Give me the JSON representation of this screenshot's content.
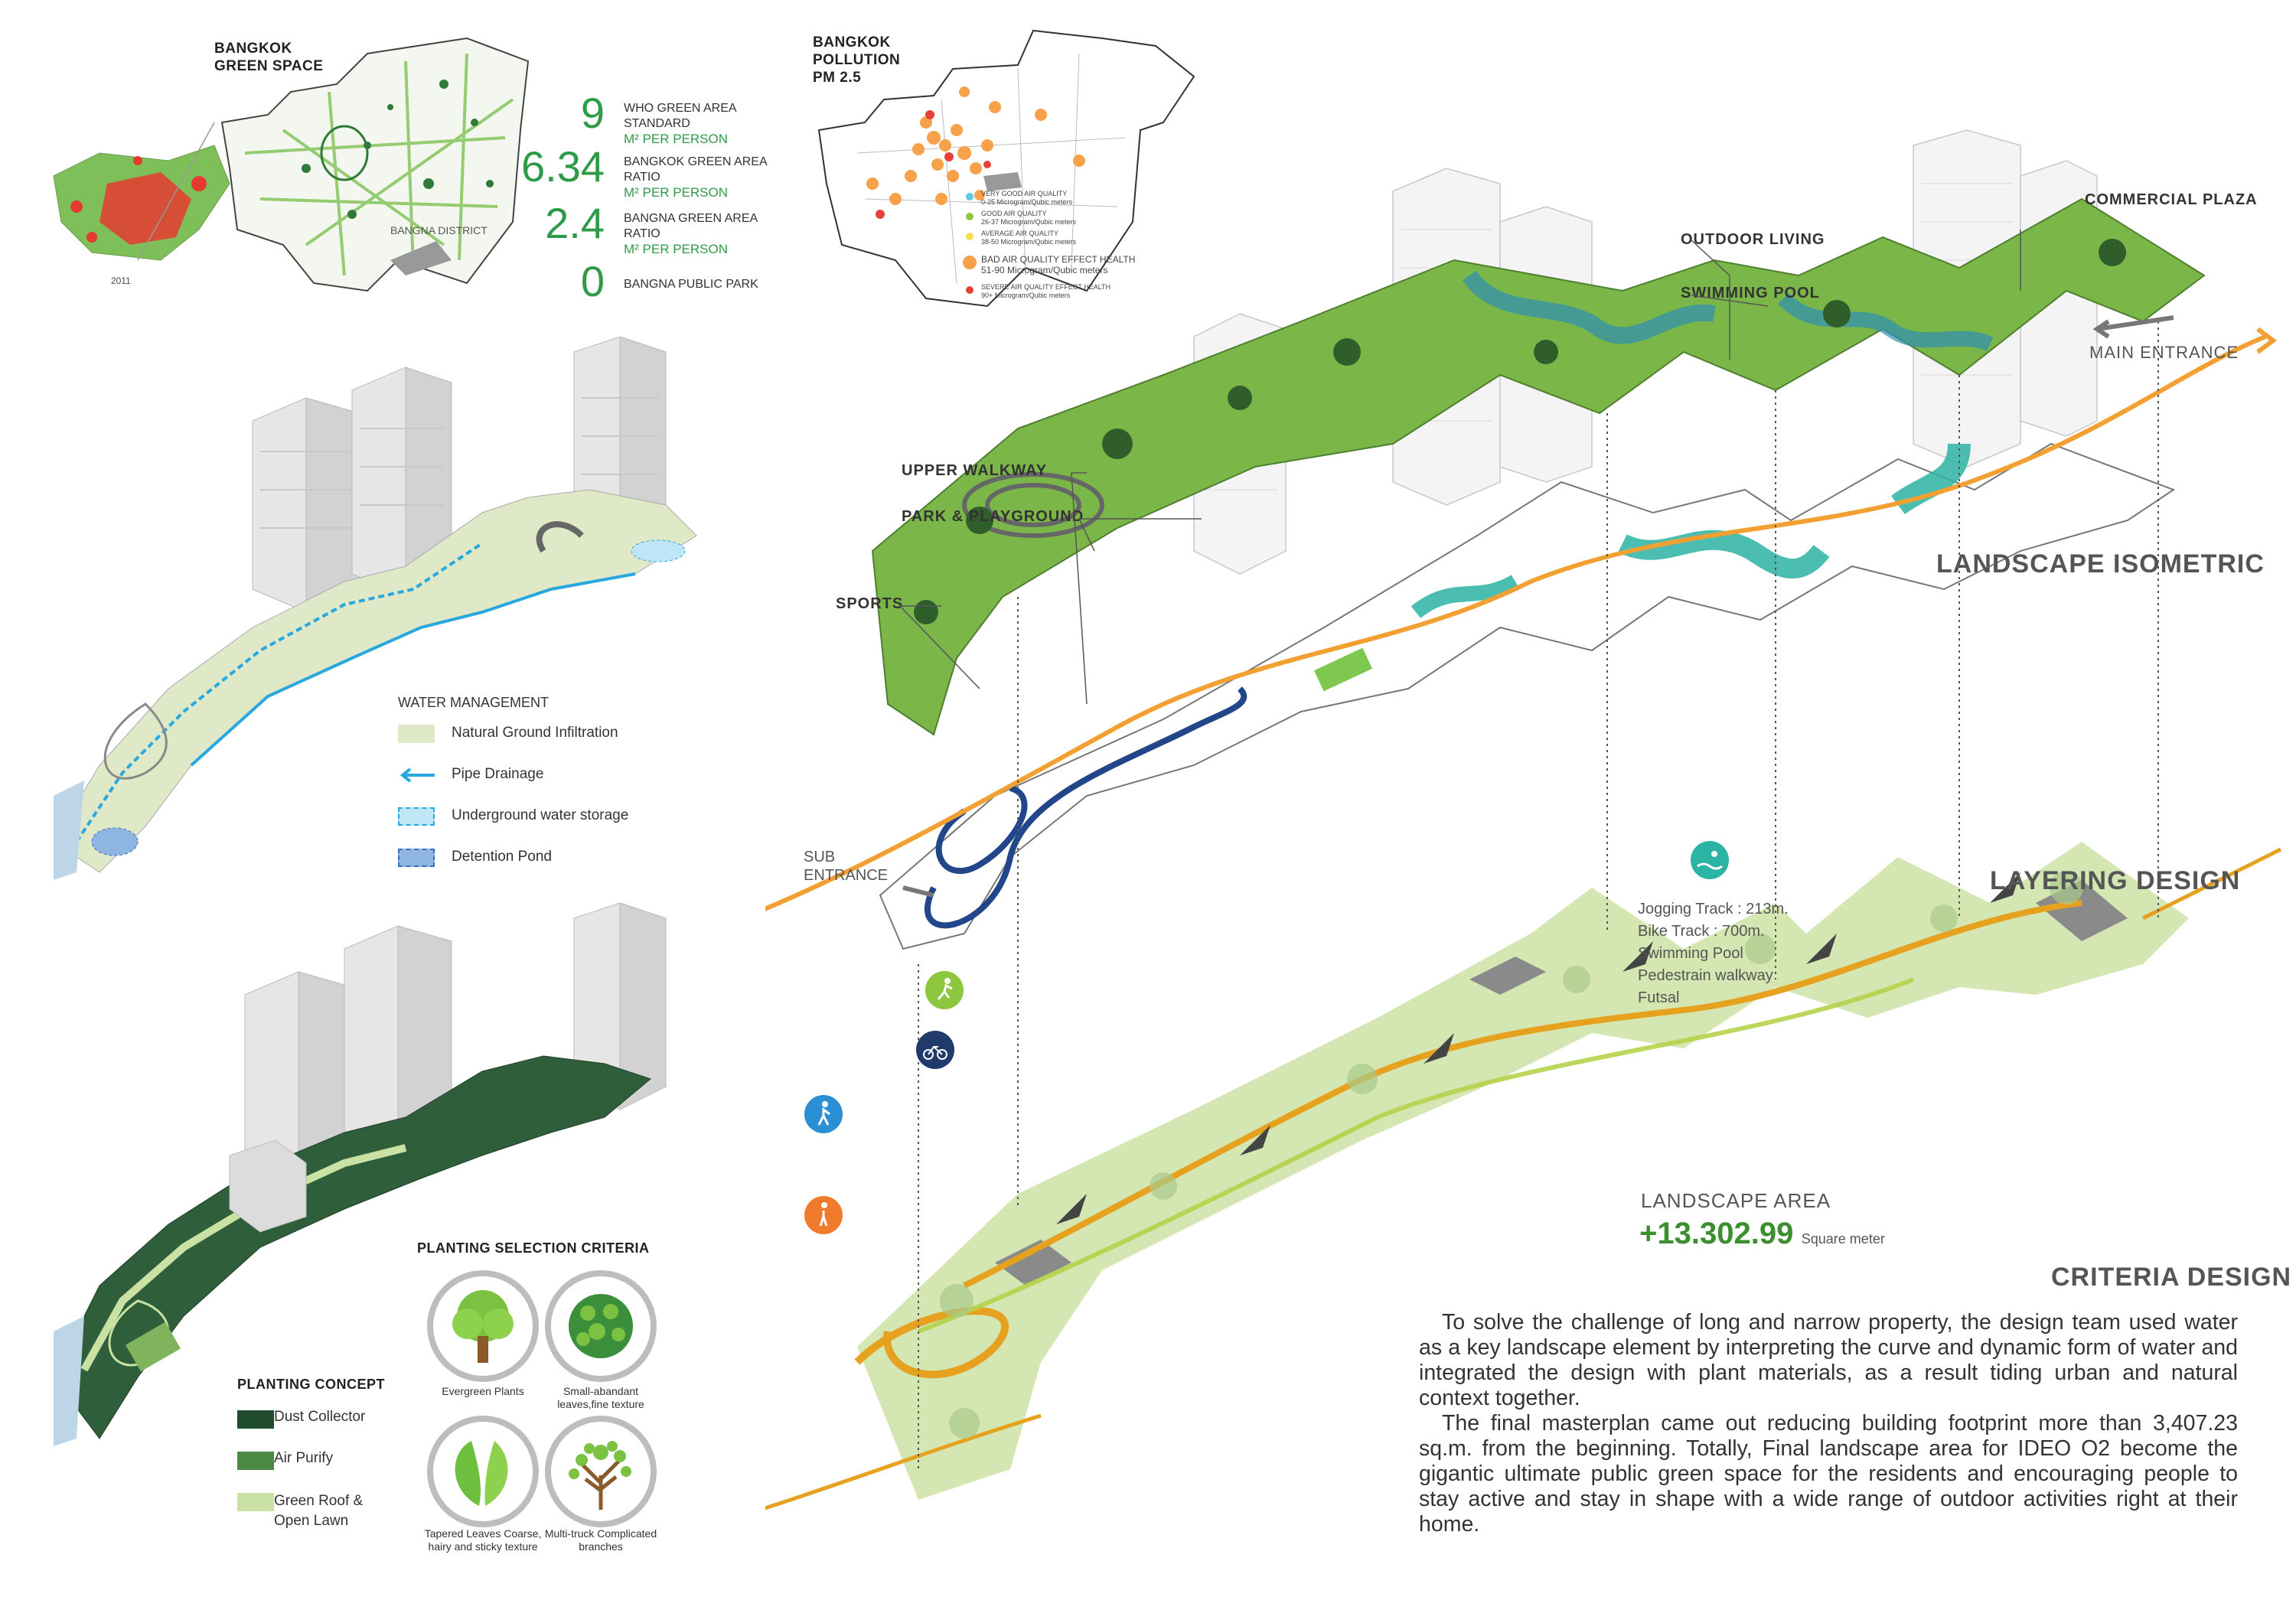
{
  "maps": {
    "green_title": "BANGKOK\nGREEN SPACE",
    "year": "2011",
    "district": "BANGNA DISTRICT",
    "pollution_title": "BANGKOK\nPOLLUTION\nPM 2.5"
  },
  "stats": [
    {
      "value": "9",
      "label": "WHO GREEN AREA STANDARD",
      "unit": "M² PER PERSON"
    },
    {
      "value": "6.34",
      "label": "BANGKOK GREEN AREA RATIO",
      "unit": "M² PER PERSON"
    },
    {
      "value": "2.4",
      "label": "BANGNA GREEN AREA RATIO",
      "unit": "M² PER PERSON"
    },
    {
      "value": "0",
      "label": "BANGNA PUBLIC PARK",
      "unit": ""
    }
  ],
  "air_legend": [
    {
      "label": "VERY GOOD AIR QUALITY",
      "range": "0-25 Microgram/Qubic meters",
      "color": "#5bc8e8"
    },
    {
      "label": "GOOD AIR QUALITY",
      "range": "26-37 Microgram/Qubic meters",
      "color": "#8ec63f"
    },
    {
      "label": "AVERAGE AIR QUALITY",
      "range": "38-50 Microgram/Qubic meters",
      "color": "#f4e04d"
    },
    {
      "label": "BAD AIR QUALITY EFFECT HEALTH",
      "range": "51-90 Microgram/Qubic meters",
      "color": "#f7a14a"
    },
    {
      "label": "SEVERE AIR QUALITY EFFECT HEALTH",
      "range": "90+ Microgram/Qubic meters",
      "color": "#e8413a"
    }
  ],
  "water": {
    "title": "WATER MANAGEMENT",
    "items": [
      {
        "label": "Natural Ground Infiltration",
        "icon": "ground-swatch"
      },
      {
        "label": "Pipe Drainage",
        "icon": "arrow-left-icon"
      },
      {
        "label": "Underground water storage",
        "icon": "dotted-swatch"
      },
      {
        "label": "Detention Pond",
        "icon": "pond-swatch"
      }
    ]
  },
  "planting": {
    "criteria_title": "PLANTING SELECTION CRITERIA",
    "criteria": [
      {
        "label": "Evergreen Plants",
        "icon": "tree-icon"
      },
      {
        "label": "Small-abandant leaves,fine texture",
        "icon": "bush-icon"
      },
      {
        "label": "Tapered Leaves Coarse, hairy and sticky texture",
        "icon": "leaf-icon"
      },
      {
        "label": "Multi-truck Complicated branches",
        "icon": "branch-tree-icon"
      }
    ],
    "concept_title": "PLANTING CONCEPT",
    "concept": [
      {
        "label": "Dust Collector",
        "color": "#1f4d2e"
      },
      {
        "label": "Air Purify",
        "color": "#4a8a45"
      },
      {
        "label": "Green Roof & Open Lawn",
        "color": "#c9e2a3"
      }
    ]
  },
  "callouts": {
    "outdoor_living": "OUTDOOR LIVING",
    "swimming_pool": "SWIMMING POOL",
    "commercial_plaza": "COMMERCIAL PLAZA",
    "main_entrance": "MAIN ENTRANCE",
    "upper_walkway": "UPPER WALKWAY",
    "park_playground": "PARK & PLAYGROUND",
    "sports": "SPORTS",
    "sub_entrance": "SUB\nENTRANCE"
  },
  "sections": {
    "isometric": "LANDSCAPE ISOMETRIC",
    "layering": "LAYERING DESIGN",
    "criteria": "CRITERIA DESIGN"
  },
  "activities": [
    "Jogging Track : 213m.",
    "Bike Track : 700m.",
    "Swimming Pool",
    "Pedestrain walkway",
    "Futsal"
  ],
  "area": {
    "label": "LANDSCAPE AREA",
    "value": "+13.302.99",
    "unit": "Square meter"
  },
  "description": [
    "To solve the challenge of long and narrow property, the design team used water as a key landscape element by interpreting the curve and dynamic form of water and integrated the design with plant materials, as a result tiding urban and natural context together.",
    "The final masterplan came out reducing building footprint more than 3,407.23 sq.m. from the beginning. Totally, Final landscape area for IDEO O2 become the gigantic ultimate public green space for the residents and encouraging people to stay active and stay in shape with a wide range of outdoor activities right at their home."
  ]
}
